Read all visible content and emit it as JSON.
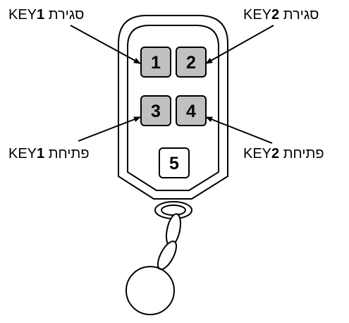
{
  "labels": {
    "key1_close": {
      "prefix": "KEY",
      "num": "1",
      "word": "סגירת"
    },
    "key2_close": {
      "prefix": "KEY",
      "num": "2",
      "word": "סגירת"
    },
    "key1_open": {
      "prefix": "KEY",
      "num": "1",
      "word": "פתיחת"
    },
    "key2_open": {
      "prefix": "KEY",
      "num": "2",
      "word": "פתיחת"
    }
  },
  "buttons": {
    "b1": "1",
    "b2": "2",
    "b3": "3",
    "b4": "4",
    "b5": "5"
  },
  "colors": {
    "button_fill": "#c0c0c0",
    "button5_fill": "#ffffff",
    "stroke": "#000000"
  }
}
